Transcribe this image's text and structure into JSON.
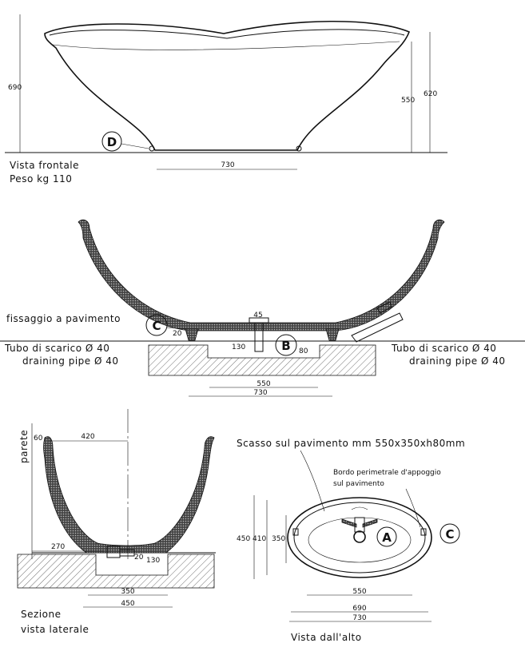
{
  "front_view": {
    "caption": "Vista frontale",
    "weight": "Peso kg 110",
    "dim_height_total": "690",
    "dim_rim_low": "550",
    "dim_rim_high": "620",
    "dim_base_width": "730",
    "marker": "D"
  },
  "section_view": {
    "floor_fixing": "fissaggio a pavimento",
    "marker_fixing": "C",
    "marker_drain": "B",
    "dim_45": "45",
    "dim_20": "20",
    "dim_130": "130",
    "dim_80": "80",
    "drain_pipe_it": "Tubo di scarico Ø 40",
    "drain_pipe_en": "draining pipe Ø 40",
    "dim_550": "550",
    "dim_730": "730"
  },
  "side_view": {
    "wall_label": "parete",
    "dim_60": "60",
    "dim_420": "420",
    "dim_270": "270",
    "dim_20": "20",
    "dim_130": "130",
    "dim_350": "350",
    "dim_450": "450",
    "caption_line1": "Sezione",
    "caption_line2": "vista laterale"
  },
  "top_view": {
    "recess": "Scasso sul pavimento mm 550x350xh80mm",
    "rim_note_line1": "Bordo perimetrale d'appoggio",
    "rim_note_line2": "sul pavimento",
    "marker_drain": "A",
    "marker_fixing": "C",
    "dim_450": "450",
    "dim_410": "410",
    "dim_350": "350",
    "dim_550": "550",
    "dim_690": "690",
    "dim_730": "730",
    "caption": "Vista dall'alto"
  }
}
